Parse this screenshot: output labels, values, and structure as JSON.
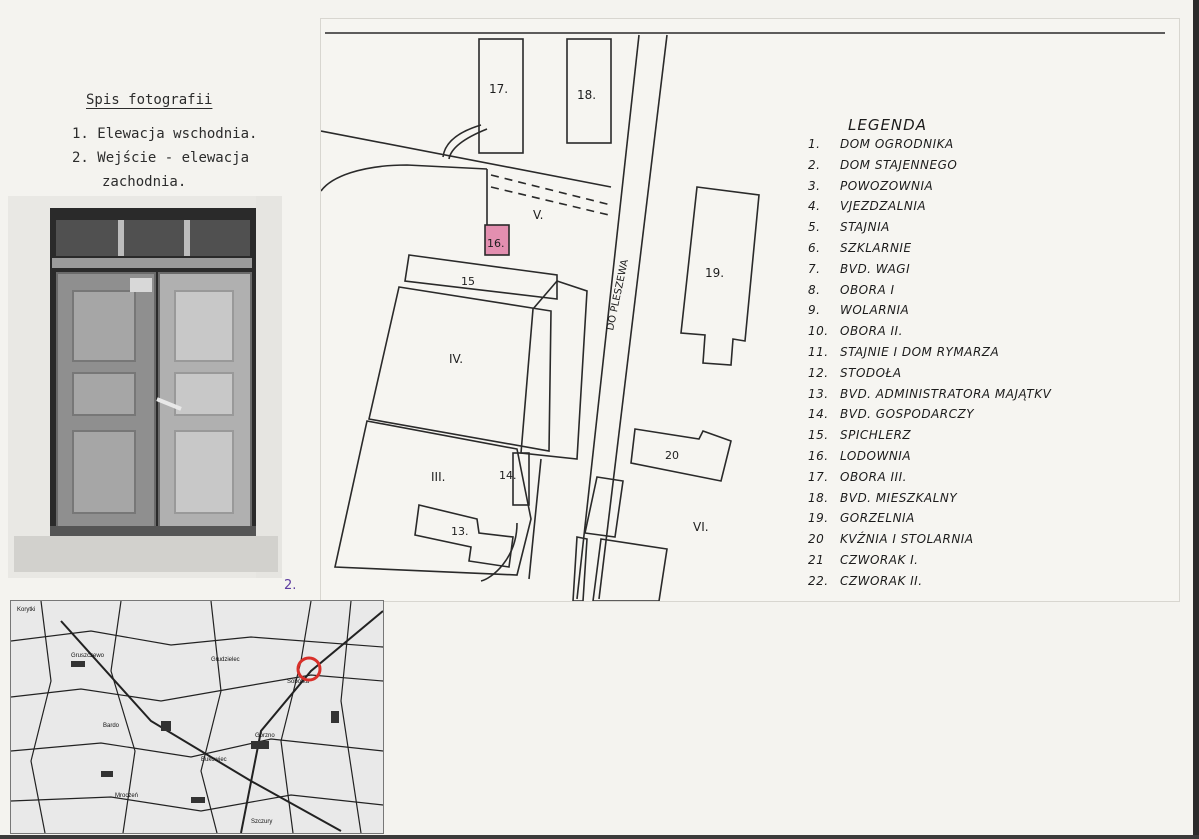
{
  "photo_list": {
    "title": "Spis fotografii",
    "items": [
      {
        "num": "1.",
        "text": "Elewacja wschodnia."
      },
      {
        "num": "2.",
        "text": "Wejście - elewacja"
      }
    ],
    "continuation": "zachodnia."
  },
  "photo_number": "2.",
  "plan": {
    "labels": {
      "b17": "17.",
      "b18": "18.",
      "b16": "16.",
      "b15": "15",
      "b19": "19.",
      "b14": "14.",
      "b13": "13.",
      "b20": "20",
      "area_v": "V.",
      "area_iv": "IV.",
      "area_iii": "III.",
      "area_vi": "VI.",
      "road": "DO PLESZEWA"
    },
    "highlight_color": "#e38fb0"
  },
  "legend": {
    "title": "LEGENDA",
    "items": [
      {
        "num": "1.",
        "text": "DOM OGRODNIKA"
      },
      {
        "num": "2.",
        "text": "DOM STAJENNEGO"
      },
      {
        "num": "3.",
        "text": "POWOZOWNIA"
      },
      {
        "num": "4.",
        "text": "VJEZDZALNIA"
      },
      {
        "num": "5.",
        "text": "STAJNIA"
      },
      {
        "num": "6.",
        "text": "SZKLARNIE"
      },
      {
        "num": "7.",
        "text": "BVD. WAGI"
      },
      {
        "num": "8.",
        "text": "OBORA I"
      },
      {
        "num": "9.",
        "text": "WOLARNIA"
      },
      {
        "num": "10.",
        "text": "OBORA II."
      },
      {
        "num": "11.",
        "text": "STAJNIE I DOM RYMARZA"
      },
      {
        "num": "12.",
        "text": "STODOŁA"
      },
      {
        "num": "13.",
        "text": "BVD. ADMINISTRATORA MAJĄTKV"
      },
      {
        "num": "14.",
        "text": "BVD. GOSPODARCZY"
      },
      {
        "num": "15.",
        "text": "SPICHLERZ"
      },
      {
        "num": "16.",
        "text": "LODOWNIA"
      },
      {
        "num": "17.",
        "text": "OBORA III."
      },
      {
        "num": "18.",
        "text": "BVD. MIESZKALNY"
      },
      {
        "num": "19.",
        "text": "GORZELNIA"
      },
      {
        "num": "20",
        "text": "KVŹNIA I STOLARNIA"
      },
      {
        "num": "21",
        "text": "CZWORAK I."
      },
      {
        "num": "22.",
        "text": "CZWORAK II."
      }
    ]
  },
  "location_map": {
    "place_labels": [
      "Korytki",
      "Gruszczewo",
      "Sobótka",
      "Grudzielec",
      "Bardo",
      "Górzno",
      "Bukowiec",
      "Mroczeń",
      "Szczury"
    ],
    "marker_color": "#d9302a"
  }
}
